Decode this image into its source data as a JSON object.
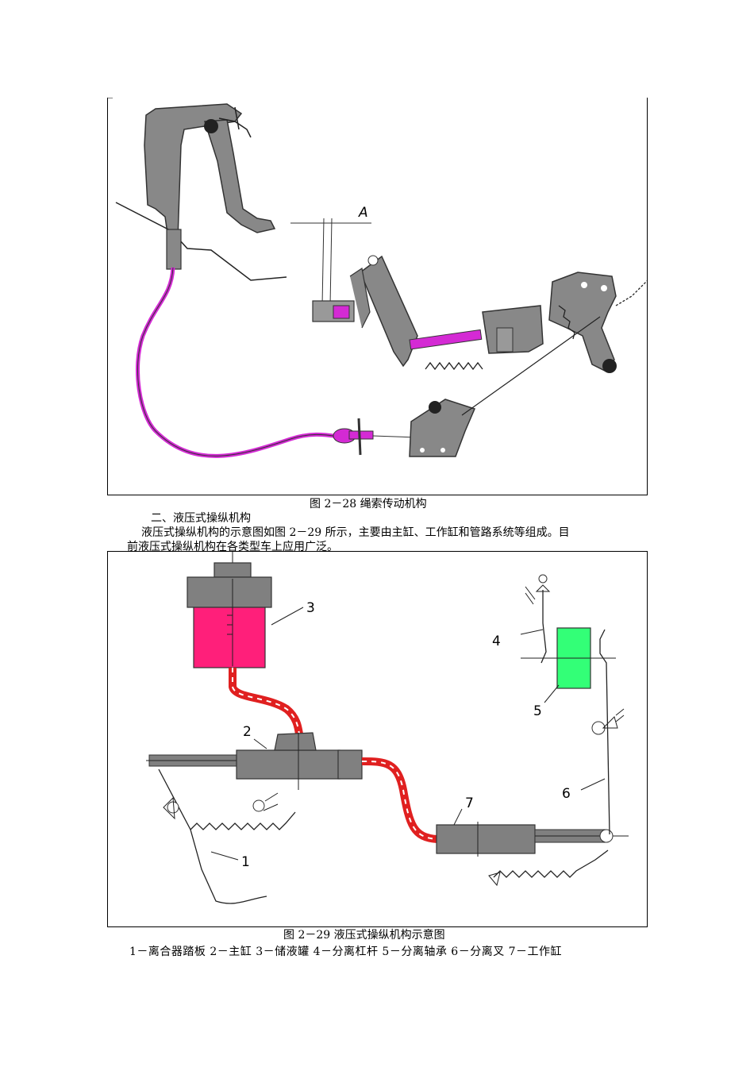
{
  "figure1": {
    "caption": "图 2－28  绳索传动机构",
    "label_a": "A"
  },
  "section": {
    "heading": "二、液压式操纵机构",
    "para_line1": "液压式操纵机构的示意图如图 2－29 所示，主要由主缸、工作缸和管路系统等组成。目",
    "para_line2": "前液压式操纵机构在各类型车上应用广泛。"
  },
  "figure2": {
    "caption": "图 2－29  液压式操纵机构示意图",
    "legend": "1－离合器踏板  2－主缸  3－储液罐  4－分离杠杆  5－分离轴承  6－分离叉  7－工作缸",
    "labels": [
      "1",
      "2",
      "3",
      "4",
      "5",
      "6",
      "7"
    ],
    "colors": {
      "reservoir": "#ff1f7a",
      "bearing": "#33ff77",
      "pipe": "#e02020",
      "cable": "#d42ad4",
      "body": "#808080"
    }
  }
}
